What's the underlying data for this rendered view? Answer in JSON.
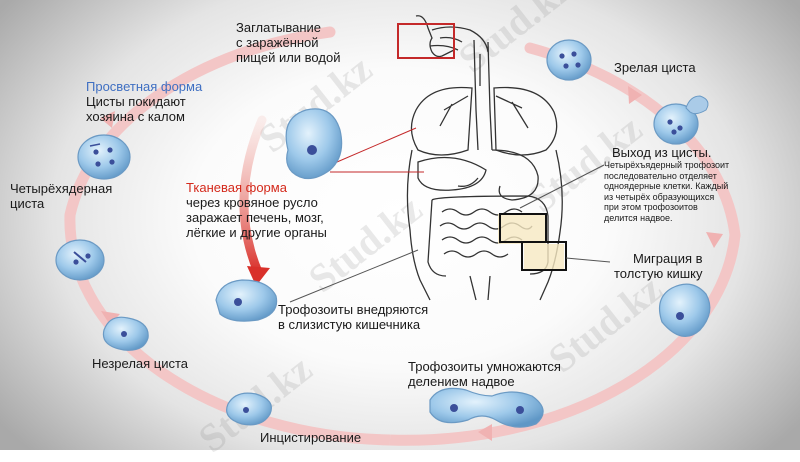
{
  "watermark": "Stud.kz",
  "labels": {
    "ingestion": [
      "Заглатывание",
      "с заражённой",
      "пищей или водой"
    ],
    "mature_cyst": "Зрелая циста",
    "excystation_title": "Выход из цисты.",
    "excystation_desc": [
      "Четырёхъядерный трофозоит",
      "последовательно отделяет",
      "одноядерные клетки. Каждый",
      "из четырёх образующихся",
      "при этом трофозоитов",
      "делится надвое."
    ],
    "migration": [
      "Миграция в",
      "толстую кишку"
    ],
    "multiply": [
      "Трофозоиты умножаются",
      "делением надвое"
    ],
    "encystation": "Инцистирование",
    "immature_cyst": "Незрелая циста",
    "four_nuclear_cyst": [
      "Четырёхядерная",
      "циста"
    ],
    "luminal_form_title": "Просветная форма",
    "luminal_form_desc": [
      "Цисты покидают",
      "хозяина с калом"
    ],
    "tissue_form_title": "Тканевая форма",
    "tissue_form_desc": [
      "через кровяное русло",
      "заражает печень, мозг,",
      "лёгкие и другие органы"
    ],
    "invade": [
      "Трофозоиты внедряются",
      "в слизистую кишечника"
    ]
  },
  "colors": {
    "cycle_ring": "#f3c6c6",
    "tissue_arrow": "#d9302a",
    "luminal_title": "#3f6fc2",
    "tissue_title": "#d42a1c",
    "cell_fill": "#9ec9ea",
    "leader_line": "#c4292a"
  }
}
